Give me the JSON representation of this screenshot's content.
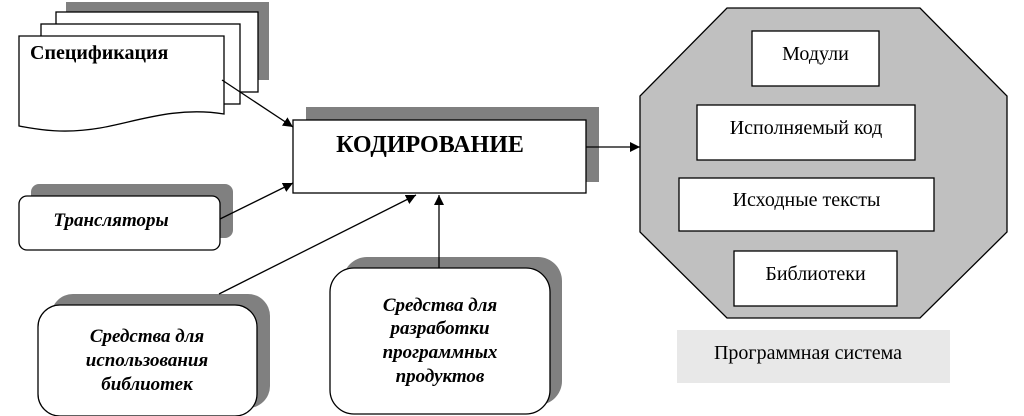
{
  "spec": {
    "label": "Спецификация"
  },
  "coding": {
    "label": "КОДИРОВАНИЕ"
  },
  "translators": {
    "label": "Трансляторы"
  },
  "libs_tools": {
    "lines": [
      "Средства для",
      "использования",
      "библиотек"
    ]
  },
  "dev_tools": {
    "lines": [
      "Средства для",
      "разработки",
      "программных",
      "продуктов"
    ]
  },
  "system": {
    "items": [
      "Модули",
      "Исполняемый код",
      "Исходные тексты",
      "Библиотеки"
    ],
    "caption": "Программная система"
  },
  "colors": {
    "shadow": "#808080",
    "octagon": "#c0c0c0",
    "caption_bg": "#e8e8e8",
    "stroke": "#000000"
  }
}
